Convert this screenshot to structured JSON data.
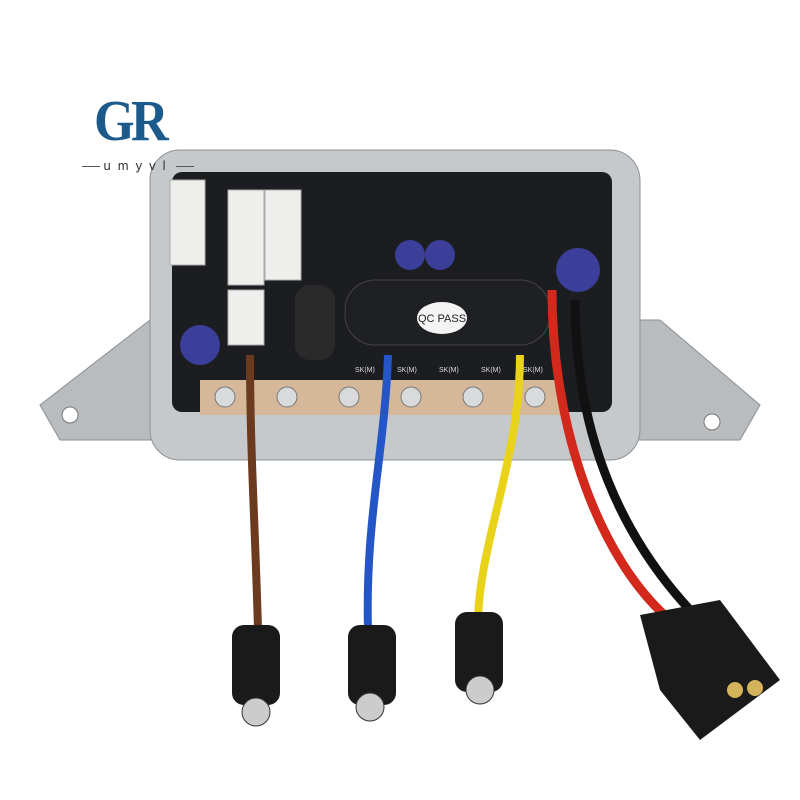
{
  "logo": {
    "mark": "GR",
    "subtext": "umyvl",
    "color": "#1c5a8c"
  },
  "product": {
    "label_silkscreen": [
      "SK(M)",
      "SK(M)",
      "SK(M)",
      "SK(M)",
      "SK(M)"
    ],
    "sticker": "QC PASS",
    "wire_colors": {
      "brown": "#6b3a1f",
      "blue": "#2456c8",
      "yellow": "#e8d21a",
      "red": "#d2291c",
      "black": "#111111"
    }
  }
}
